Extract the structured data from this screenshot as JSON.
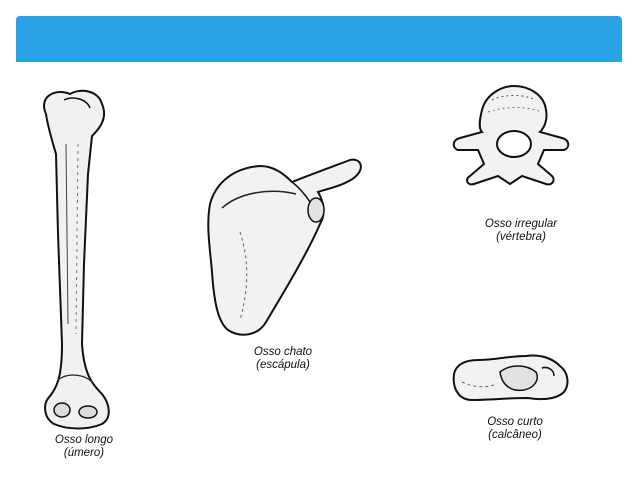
{
  "slide": {
    "accent_color": "#29a3e6"
  },
  "bones": [
    {
      "type_label": "Osso longo",
      "example_label": "(úmero)",
      "icon": "humerus-bone"
    },
    {
      "type_label": "Osso chato",
      "example_label": "(escápula)",
      "icon": "scapula-bone"
    },
    {
      "type_label": "Osso irregular",
      "example_label": "(vértebra)",
      "icon": "vertebra-bone"
    },
    {
      "type_label": "Osso curto",
      "example_label": "(calcâneo)",
      "icon": "calcaneus-bone"
    }
  ]
}
